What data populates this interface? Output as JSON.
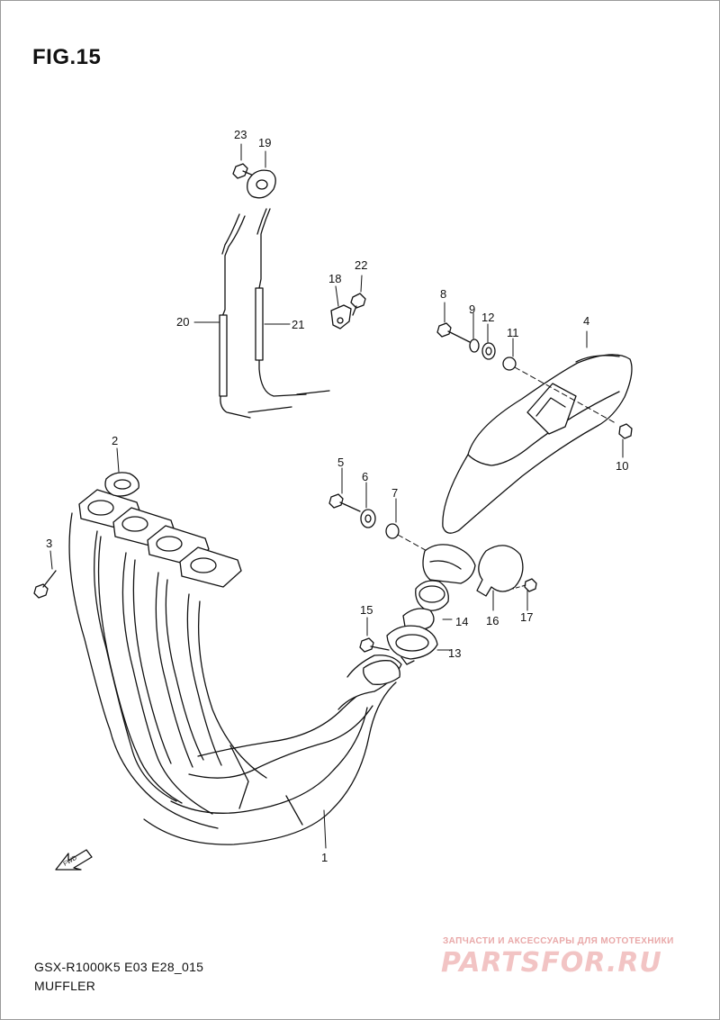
{
  "figure": {
    "title": "FIG.15"
  },
  "callouts": [
    "1",
    "2",
    "3",
    "4",
    "5",
    "6",
    "7",
    "8",
    "9",
    "10",
    "11",
    "12",
    "13",
    "14",
    "15",
    "16",
    "17",
    "18",
    "19",
    "20",
    "21",
    "22",
    "23"
  ],
  "caption": {
    "model_line": "GSX-R1000K5 E03 E28_015",
    "part_name": "MUFFLER"
  },
  "direction_tag": "FWD",
  "watermark": {
    "tagline": "ЗАПЧАСТИ И АКСЕССУАРЫ ДЛЯ МОТОТЕХНИКИ",
    "logo": "PARTSFOR.RU"
  },
  "colors": {
    "line": "#111111",
    "watermark": "#e8a0a0",
    "frame": "#9a9a9a"
  }
}
